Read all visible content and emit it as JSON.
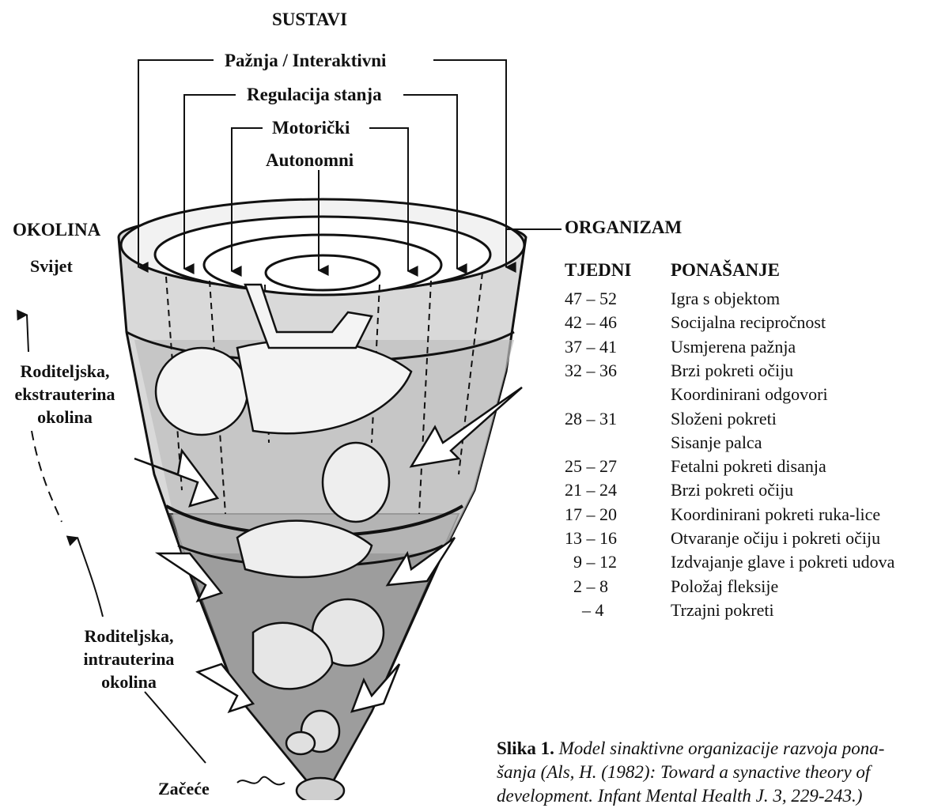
{
  "title": "SUSTAVI",
  "systems": [
    "Pažnja / Interaktivni",
    "Regulacija stanja",
    "Motorički",
    "Autonomni"
  ],
  "left": {
    "okolina": "OKOLINA",
    "svijet": "Svijet",
    "extra": [
      "Roditeljska,",
      "ekstrauterina",
      "okolina"
    ],
    "intra": [
      "Roditeljska,",
      "intrauterina",
      "okolina"
    ],
    "zacece": "Začeće"
  },
  "right": {
    "organizam": "ORGANIZAM",
    "col_weeks": "TJEDNI",
    "col_behavior": "PONAŠANJE",
    "rows": [
      {
        "weeks": "47 – 52",
        "behavior": "Igra s objektom"
      },
      {
        "weeks": "42 – 46",
        "behavior": "Socijalna recipročnost"
      },
      {
        "weeks": "37 – 41",
        "behavior": "Usmjerena pažnja"
      },
      {
        "weeks": "32 – 36",
        "behavior": "Brzi pokreti očiju"
      },
      {
        "weeks": "",
        "behavior": "Koordinirani odgovori"
      },
      {
        "weeks": "28 – 31",
        "behavior": "Složeni pokreti"
      },
      {
        "weeks": "",
        "behavior": "Sisanje palca"
      },
      {
        "weeks": "25 – 27",
        "behavior": "Fetalni pokreti disanja"
      },
      {
        "weeks": "21 – 24",
        "behavior": "Brzi pokreti očiju"
      },
      {
        "weeks": "17 – 20",
        "behavior": "Koordinirani pokreti ruka-lice"
      },
      {
        "weeks": "13 – 16",
        "behavior": "Otvaranje očiju i pokreti očiju"
      },
      {
        "weeks": "  9 – 12",
        "behavior": "Izdvajanje glave i pokreti udova"
      },
      {
        "weeks": "  2 – 8",
        "behavior": "Položaj fleksije"
      },
      {
        "weeks": "    – 4",
        "behavior": "Trzajni pokreti"
      }
    ]
  },
  "caption": {
    "label": "Slika 1.",
    "text": "Model sinaktivne organizacije razvoja pona-šanja (Als, H. (1982): Toward a synactive theory of development. Infant Mental Health J. 3, 229-243.)"
  }
}
